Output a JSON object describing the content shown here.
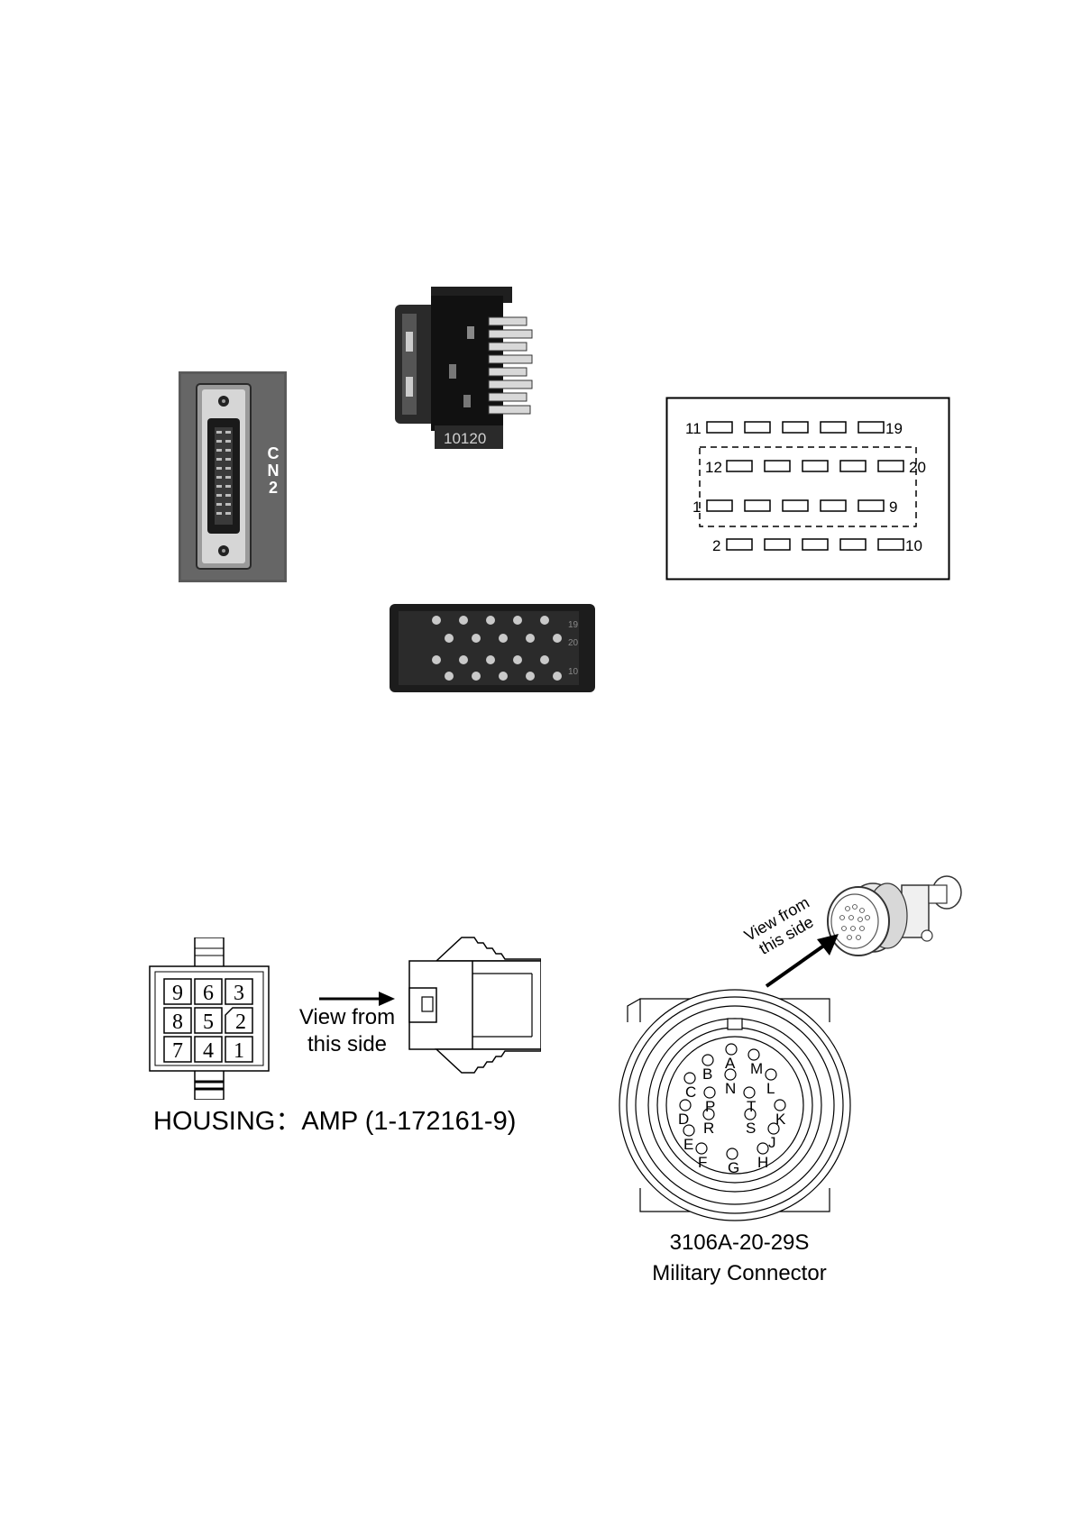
{
  "cn2": {
    "panel_label": "CN2",
    "connector_part_label": "10120",
    "pin_numbers_top_row": [
      "11",
      "19"
    ],
    "pin_numbers_second_row": [
      "12",
      "20"
    ],
    "pin_numbers_third_row": [
      "1",
      "9"
    ],
    "pin_numbers_bottom_row": [
      "2",
      "10"
    ],
    "face_marks": [
      "19",
      "20",
      "10"
    ]
  },
  "amp_housing": {
    "cells": [
      "9",
      "6",
      "3",
      "8",
      "5",
      "2",
      "7",
      "4",
      "1"
    ],
    "view_label_line1": "View from",
    "view_label_line2": "this side",
    "caption": "HOUSING：AMP (1-172161-9)"
  },
  "military": {
    "view_label_line1": "View from",
    "view_label_line2": "this side",
    "pins": [
      "A",
      "B",
      "M",
      "C",
      "N",
      "L",
      "P",
      "T",
      "D",
      "R",
      "S",
      "K",
      "E",
      "J",
      "F",
      "G",
      "H"
    ],
    "caption_line1": "3106A-20-29S",
    "caption_line2": "Military Connector"
  }
}
